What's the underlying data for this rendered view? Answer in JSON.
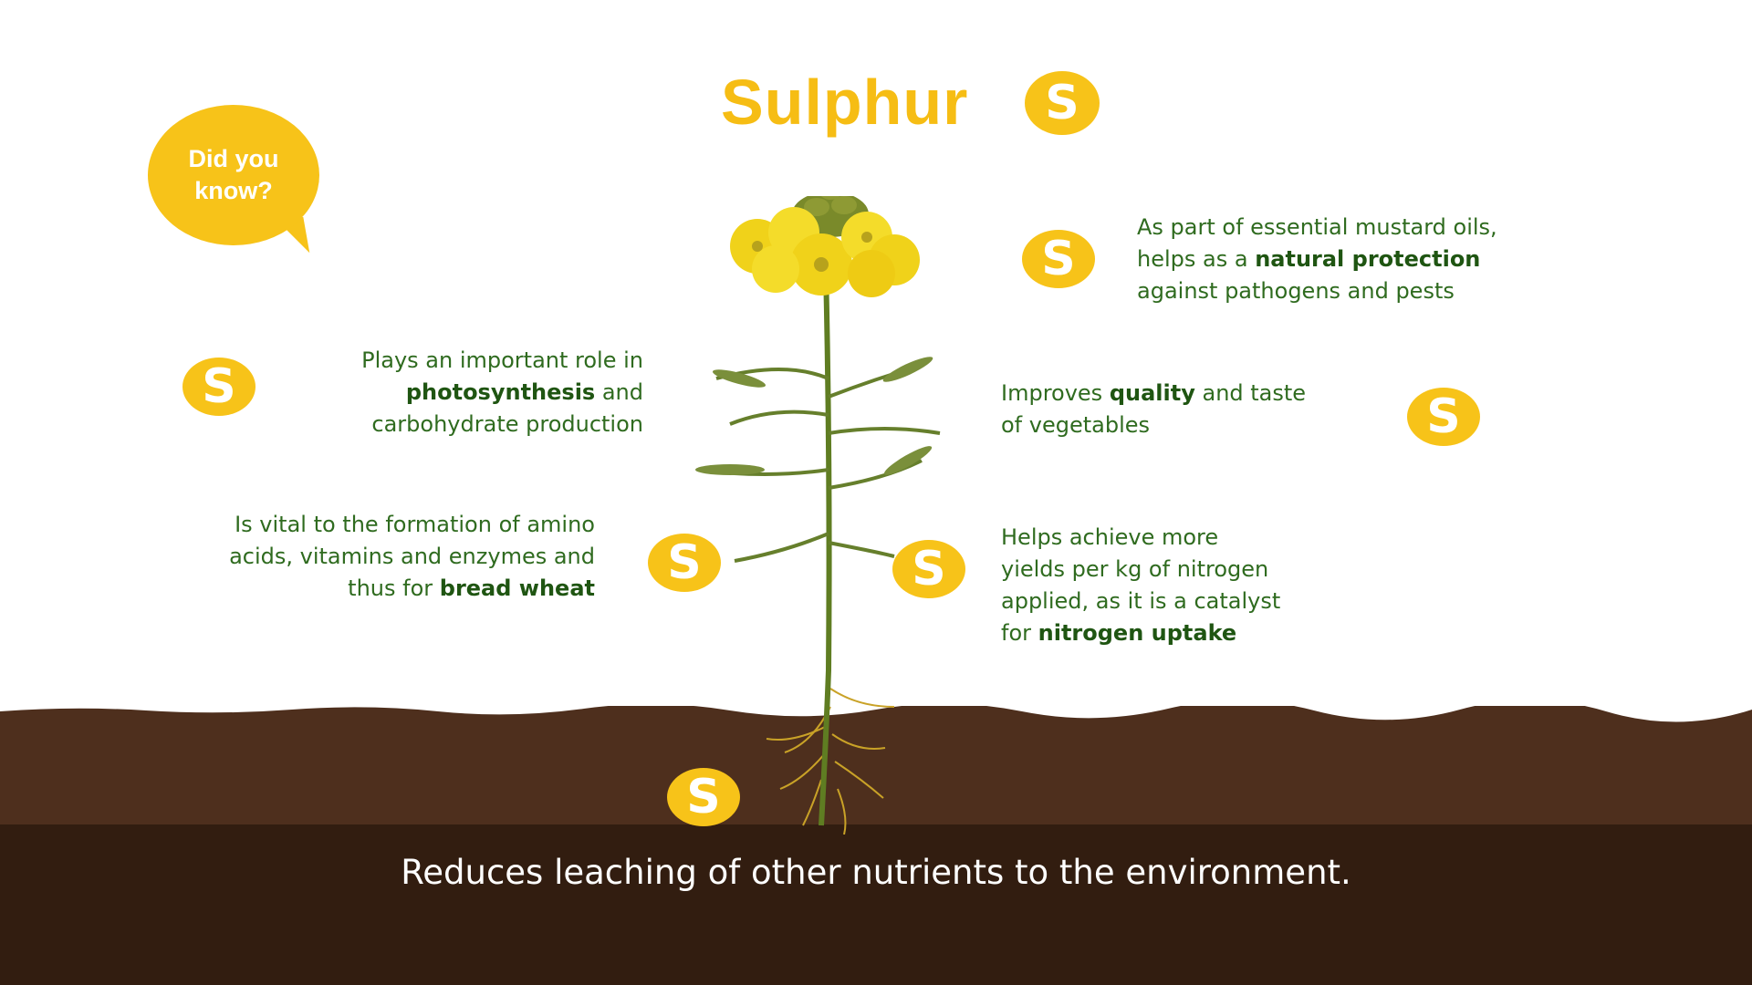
{
  "title": "Sulphur",
  "badge_letter": "S",
  "bubble": {
    "line1": "Did you",
    "line2": "know?"
  },
  "facts": {
    "mustard": {
      "line1": "As part of essential mustard oils,",
      "line2a": "helps as a ",
      "line2b": "natural protection",
      "line3": "against pathogens and pests"
    },
    "photosynthesis": {
      "line1": "Plays an important role in",
      "line2a": "photosynthesis",
      "line2b": " and",
      "line3": "carbohydrate production"
    },
    "quality": {
      "line1a": "Improves ",
      "line1b": "quality",
      "line1c": " and taste",
      "line2": "of vegetables"
    },
    "amino": {
      "line1": "Is vital to the formation of amino",
      "line2": "acids, vitamins and enzymes and",
      "line3a": "thus for ",
      "line3b": "bread wheat"
    },
    "nitrogen": {
      "line1": "Helps achieve more",
      "line2": "yields per kg of nitrogen",
      "line3": "applied, as it is a catalyst",
      "line4a": "for ",
      "line4b": "nitrogen uptake"
    }
  },
  "bottom_text": "Reduces leaching of other nutrients to the environment.",
  "colors": {
    "accent": "#f7c319",
    "text_green": "#2f6b1f",
    "soil_top": "#4e2f1d",
    "soil_bottom": "#321d10"
  }
}
